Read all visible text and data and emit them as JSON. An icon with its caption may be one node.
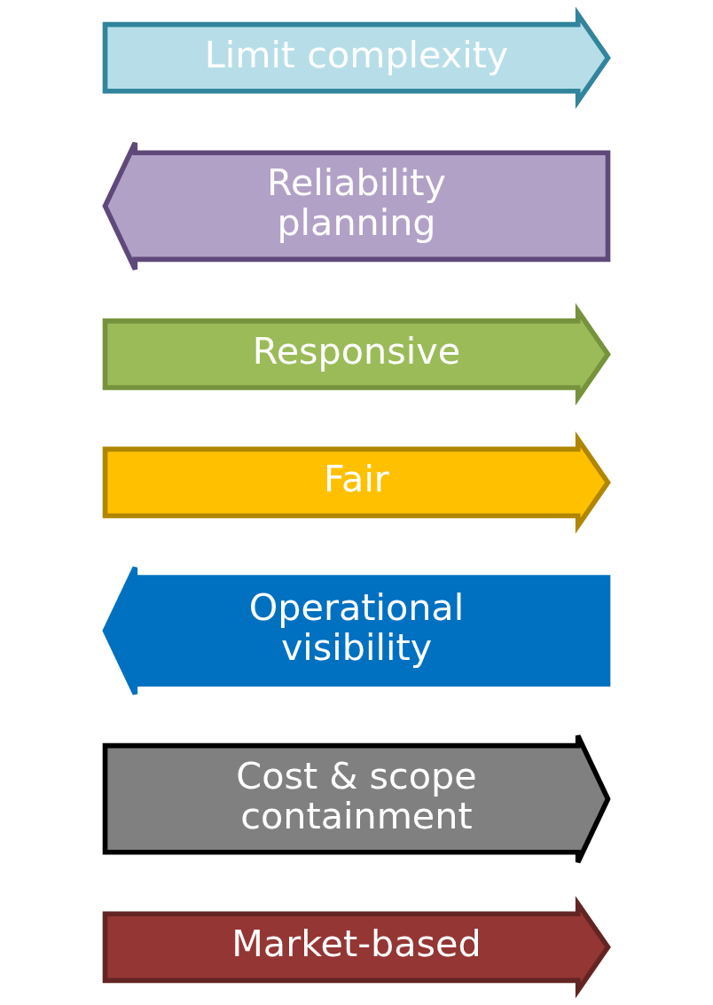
{
  "diagram": {
    "nodes": [
      {
        "text": [
          "Market-based"
        ]
      },
      {
        "text": [
          "Cost & scope containment"
        ]
      },
      {
        "text": [
          "Operational visibility"
        ]
      },
      {
        "text": [
          "Fair"
        ]
      },
      {
        "text": [
          "Responsive"
        ]
      },
      {
        "text": [
          "Reliability planning"
        ]
      },
      {
        "text": [
          "Limit complexity"
        ]
      }
    ]
  }
}
